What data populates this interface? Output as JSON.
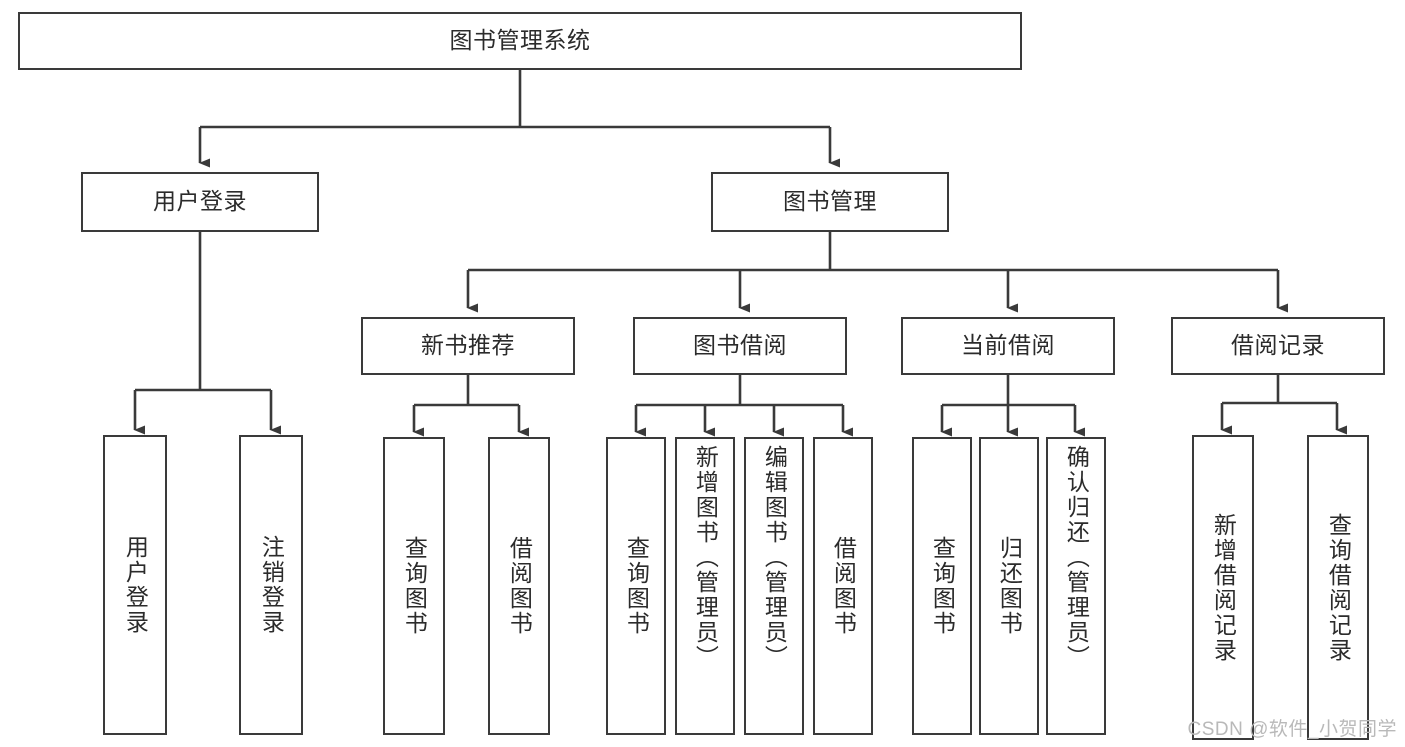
{
  "diagram": {
    "type": "tree-hierarchy-chart",
    "title": "图书管理系统",
    "background_color": "#ffffff",
    "line_color": "#3a3a3a",
    "text_color": "#2b2b2b",
    "root": {
      "label": "图书管理系统",
      "orientation": "horizontal"
    },
    "level2": [
      {
        "id": "user-login",
        "label": "用户登录",
        "orientation": "horizontal"
      },
      {
        "id": "book-management",
        "label": "图书管理",
        "orientation": "horizontal"
      }
    ],
    "level3": [
      {
        "id": "new-book-recommend",
        "label": "新书推荐",
        "orientation": "horizontal",
        "parent": "book-management"
      },
      {
        "id": "book-borrow",
        "label": "图书借阅",
        "orientation": "horizontal",
        "parent": "book-management"
      },
      {
        "id": "current-borrow",
        "label": "当前借阅",
        "orientation": "horizontal",
        "parent": "book-management"
      },
      {
        "id": "borrow-record",
        "label": "借阅记录",
        "orientation": "horizontal",
        "parent": "book-management"
      }
    ],
    "leaves": [
      {
        "id": "leaf-user-login",
        "label": "用户登录",
        "orientation": "vertical",
        "parent": "user-login"
      },
      {
        "id": "leaf-logout-login",
        "label": "注销登录",
        "orientation": "vertical",
        "parent": "user-login"
      },
      {
        "id": "leaf-query-book-recommend",
        "label": "查询图书",
        "orientation": "vertical",
        "parent": "new-book-recommend"
      },
      {
        "id": "leaf-borrow-book-recommend",
        "label": "借阅图书",
        "orientation": "vertical",
        "parent": "new-book-recommend"
      },
      {
        "id": "leaf-query-book-borrow",
        "label": "查询图书",
        "orientation": "vertical",
        "parent": "book-borrow"
      },
      {
        "id": "leaf-add-book",
        "label": "新增图书（管理员）",
        "orientation": "vertical",
        "parent": "book-borrow"
      },
      {
        "id": "leaf-edit-book",
        "label": "编辑图书（管理员）",
        "orientation": "vertical",
        "parent": "book-borrow"
      },
      {
        "id": "leaf-borrow-book",
        "label": "借阅图书",
        "orientation": "vertical",
        "parent": "book-borrow"
      },
      {
        "id": "leaf-query-book-current",
        "label": "查询图书",
        "orientation": "vertical",
        "parent": "current-borrow"
      },
      {
        "id": "leaf-return-book",
        "label": "归还图书",
        "orientation": "vertical",
        "parent": "current-borrow"
      },
      {
        "id": "leaf-confirm-return",
        "label": "确认归还（管理员）",
        "orientation": "vertical",
        "parent": "current-borrow"
      },
      {
        "id": "leaf-add-borrow-record",
        "label": "新增借阅记录",
        "orientation": "vertical",
        "parent": "borrow-record"
      },
      {
        "id": "leaf-query-borrow-record",
        "label": "查询借阅记录",
        "orientation": "vertical",
        "parent": "borrow-record"
      }
    ],
    "watermark": "CSDN @软件_小贺同学"
  }
}
